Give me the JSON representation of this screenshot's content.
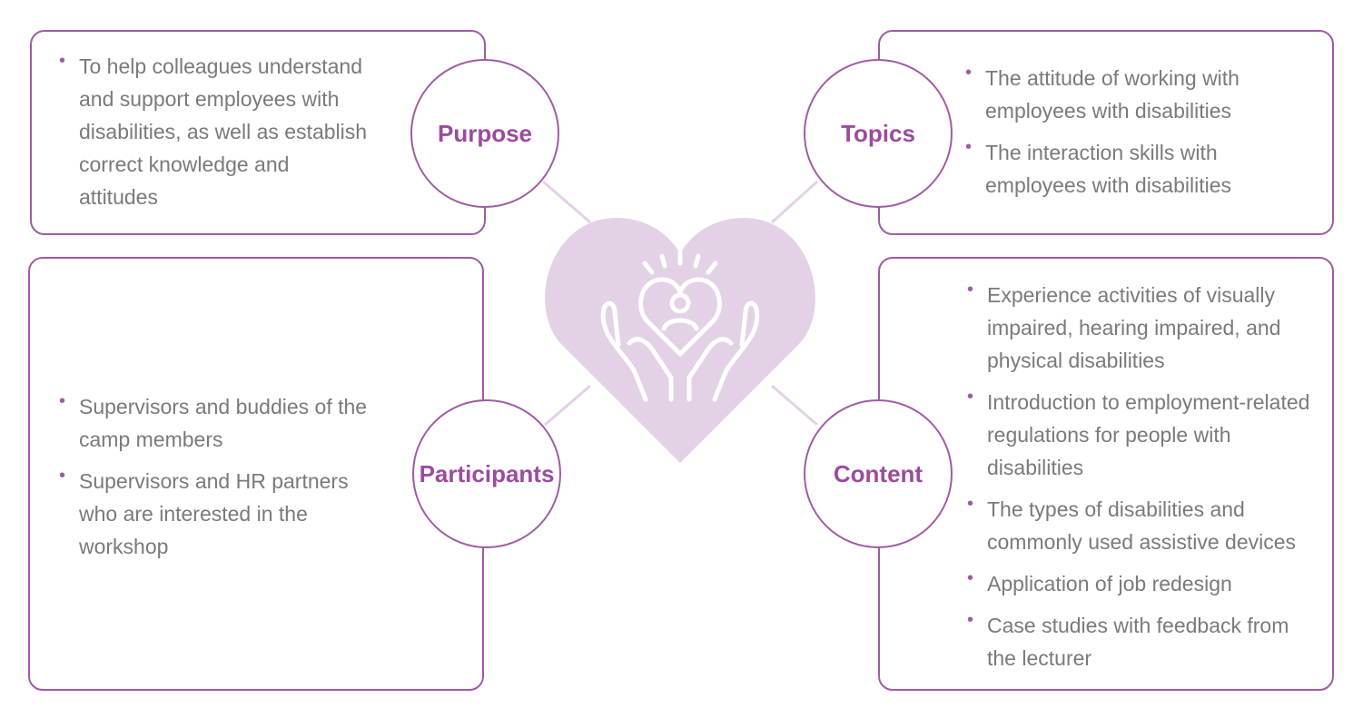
{
  "purpose": {
    "label": "Purpose",
    "items": [
      "To help colleagues understand and support employees with disabilities, as well as establish correct knowledge and attitudes"
    ]
  },
  "topics": {
    "label": "Topics",
    "items": [
      "The attitude of working with employees with disabilities",
      "The interaction skills with employees with disabilities"
    ]
  },
  "participants": {
    "label": "Participants",
    "items": [
      "Supervisors and buddies of the camp members",
      "Supervisors and HR partners who are interested in the workshop"
    ]
  },
  "content": {
    "label": "Content",
    "items": [
      "Experience activities of visually impaired, hearing impaired, and physical disabilities",
      "Introduction to employment-related regulations for people with disabilities",
      "The types of disabilities and commonly used assistive devices",
      "Application of job redesign",
      "Case studies with feedback from the lecturer"
    ]
  },
  "center": {
    "icon": "heart-in-hands-icon"
  },
  "colors": {
    "accent": "#a05aa6",
    "label_text": "#9b4b9f",
    "body_text": "#7a7a7a",
    "heart_fill": "#e3d2e6",
    "connector": "#e3d2e6"
  }
}
